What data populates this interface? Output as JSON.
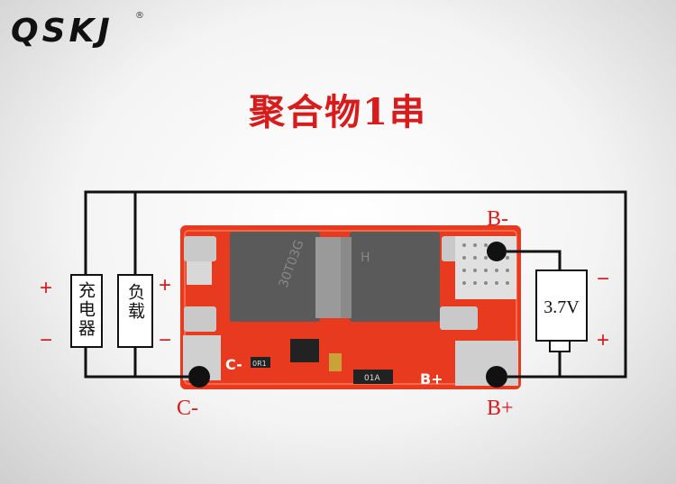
{
  "brand": {
    "name": "QSKJ",
    "reg_mark": "®"
  },
  "title": "聚合物1串",
  "terminals": {
    "b_minus": "B-",
    "b_plus": "B+",
    "c_minus": "C-"
  },
  "boxes": {
    "charger": "充电器",
    "load": "负载",
    "battery": "3.7V"
  },
  "signs": {
    "plus": "+",
    "minus": "−"
  },
  "board": {
    "chip_left": "30T03G",
    "chip_right": "H",
    "resistor": "01A",
    "small_part": "0R1",
    "pad_c": "C-",
    "pad_b": "B+"
  },
  "colors": {
    "pcb": "#e83a1e",
    "wire": "#111111",
    "label": "#d81c1c",
    "mosfet": "#5a5a5a"
  }
}
